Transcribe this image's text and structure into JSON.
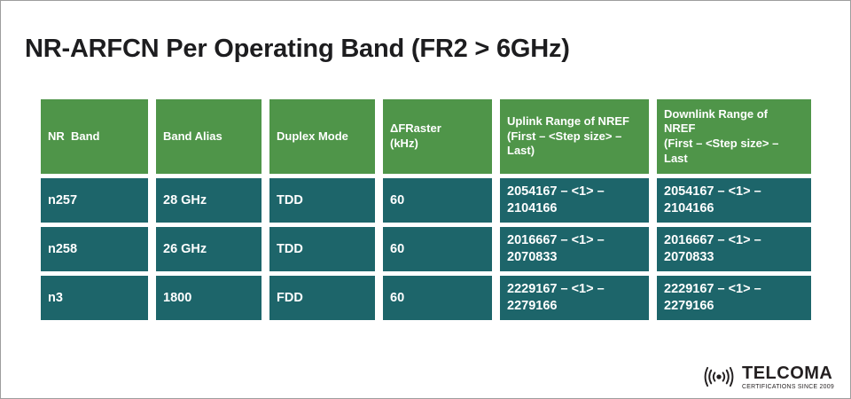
{
  "title": "NR-ARFCN Per Operating Band (FR2 > 6GHz)",
  "table": {
    "headers": [
      "NR  Band",
      "Band Alias",
      "Duplex Mode",
      "ΔFRaster\n(kHz)",
      "Uplink Range of NREF\n(First – <Step size> –\nLast)",
      "Downlink Range of\nNREF\n(First – <Step size> –\nLast"
    ],
    "rows": [
      [
        "n257",
        "28 GHz",
        "TDD",
        "60",
        "2054167 – <1> –\n2104166",
        "2054167 – <1> –\n2104166"
      ],
      [
        "n258",
        "26 GHz",
        "TDD",
        "60",
        "2016667 – <1> –\n2070833",
        "2016667 – <1> –\n2070833"
      ],
      [
        "n3",
        "1800",
        "FDD",
        "60",
        "2229167 – <1> –\n2279166",
        "2229167 – <1> –\n2279166"
      ]
    ]
  },
  "chart_data": {
    "type": "table",
    "title": "NR-ARFCN Per Operating Band (FR2 > 6GHz)",
    "columns": [
      "NR Band",
      "Band Alias",
      "Duplex Mode",
      "ΔFRaster (kHz)",
      "Uplink Range of NREF (First – <Step size> – Last)",
      "Downlink Range of NREF (First – <Step size> – Last"
    ],
    "rows": [
      [
        "n257",
        "28 GHz",
        "TDD",
        "60",
        "2054167 – <1> – 2104166",
        "2054167 – <1> – 2104166"
      ],
      [
        "n258",
        "26 GHz",
        "TDD",
        "60",
        "2016667 – <1> – 2070833",
        "2016667 – <1> – 2070833"
      ],
      [
        "n3",
        "1800",
        "FDD",
        "60",
        "2229167 – <1> – 2279166",
        "2229167 – <1> – 2279166"
      ]
    ]
  },
  "logo": {
    "name": "TELCOMA",
    "tagline": "CERTIFICATIONS SINCE 2009",
    "icon": "radio-waves-icon"
  },
  "colors": {
    "header_green": "#4f9549",
    "row_teal": "#1d656a",
    "cell_text": "#ffffff",
    "title_text": "#1d1d1f",
    "logo_dark": "#231f20",
    "background": "#ffffff"
  }
}
